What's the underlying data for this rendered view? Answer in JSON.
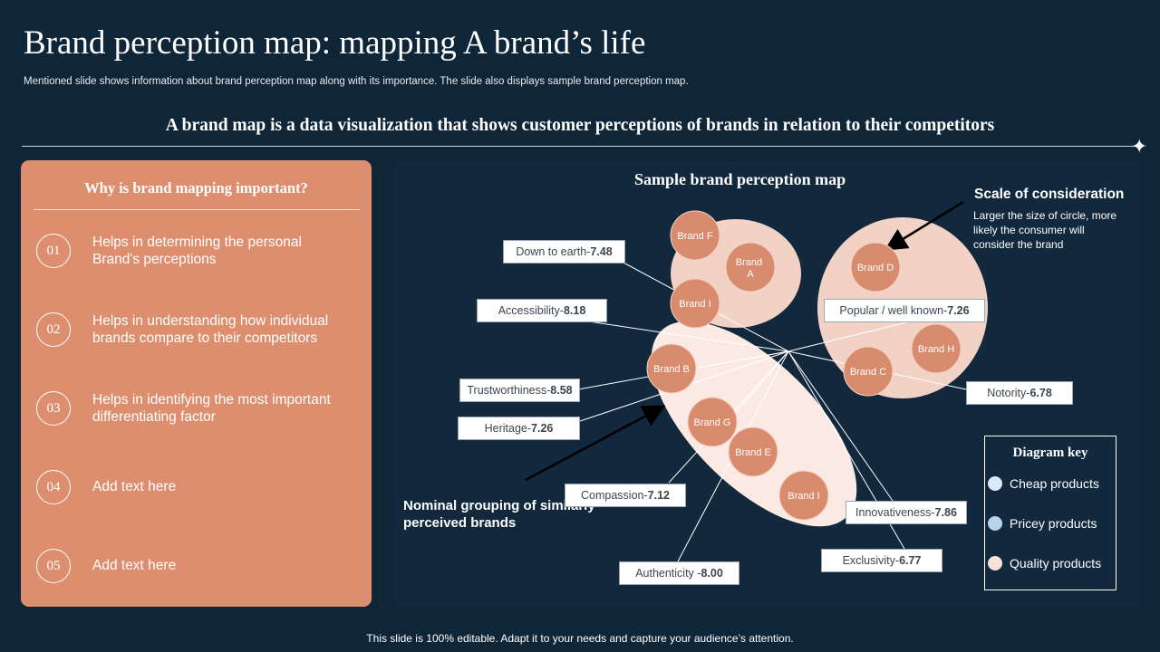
{
  "header": {
    "title": "Brand perception map: mapping A brand’s life",
    "subtitle": "Mentioned slide shows information about brand perception map along with its importance. The slide also displays sample brand perception map.",
    "headline": "A brand map is a data visualization that shows customer perceptions of brands in relation to their competitors"
  },
  "left_panel": {
    "title": "Why is brand mapping important?",
    "items": [
      {
        "num": "01",
        "text": "Helps in determining the personal Brand's perceptions"
      },
      {
        "num": "02",
        "text": "Helps in understanding how individual brands compare to their competitors"
      },
      {
        "num": "03",
        "text": "Helps in identifying the most important differentiating factor"
      },
      {
        "num": "04",
        "text": "Add text here"
      },
      {
        "num": "05",
        "text": "Add text here"
      }
    ]
  },
  "map": {
    "title": "Sample brand perception map",
    "brands": {
      "f": "Brand F",
      "a": "Brand A",
      "i_top": "Brand I",
      "d": "Brand D",
      "h": "Brand H",
      "c": "Brand C",
      "b": "Brand B",
      "g": "Brand G",
      "e": "Brand E",
      "i_bottom": "Brand I"
    },
    "attributes": [
      {
        "label": "Down to earth-",
        "value": "7.48"
      },
      {
        "label": "Accessibility-",
        "value": "8.18"
      },
      {
        "label": "Trustworthiness-",
        "value": "8.58"
      },
      {
        "label": "Heritage-",
        "value": "7.26"
      },
      {
        "label": "Compassion-",
        "value": "7.12"
      },
      {
        "label": "Authenticity -",
        "value": "8.00"
      },
      {
        "label": "Popular / well known-",
        "value": "7.26"
      },
      {
        "label": "Notority-",
        "value": "6.78"
      },
      {
        "label": "Innovativeness-",
        "value": "7.86"
      },
      {
        "label": "Exclusivity-",
        "value": "6.77"
      }
    ],
    "scale_title": "Scale of consideration",
    "scale_text": "Larger the size of circle, more likely the consumer will consider the brand",
    "nominal_text": "Nominal grouping of similarly perceived brands"
  },
  "key": {
    "title": "Diagram key",
    "items": [
      {
        "label": "Cheap products",
        "color": "#d9eaf6"
      },
      {
        "label": "Pricey products",
        "color": "#b7d3ea"
      },
      {
        "label": "Quality products",
        "color": "#f7e1da"
      }
    ]
  },
  "colors": {
    "background": "#0f2538",
    "panel_accent": "#dd8e6f",
    "brand_circle": "#d98b6d",
    "cluster_fill": "#f3d2c6"
  },
  "footer": "This slide is 100% editable. Adapt it to your needs and capture your audience’s attention."
}
